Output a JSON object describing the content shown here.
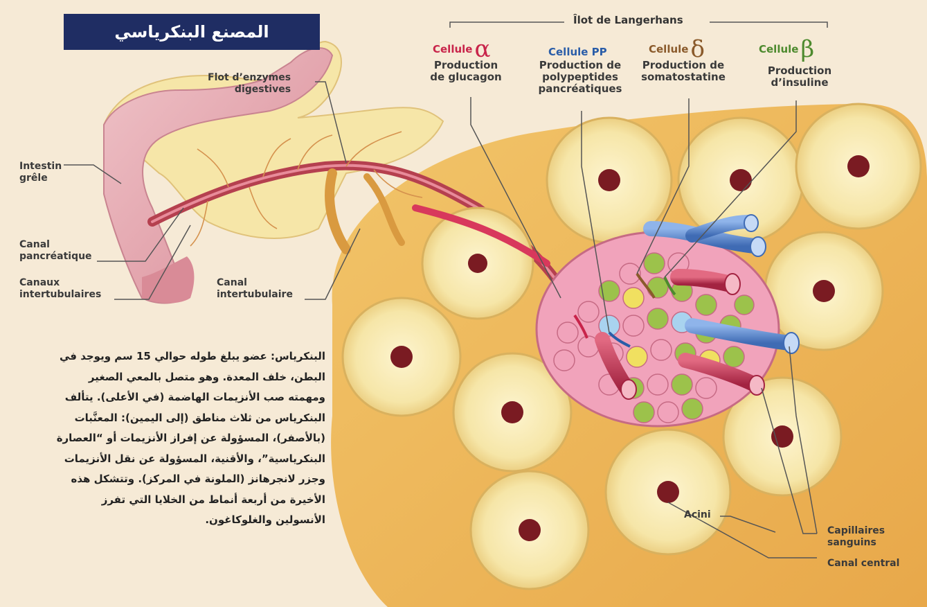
{
  "title": "المصنع البنكرياسي",
  "islet_title": "Îlot de Langerhans",
  "cells": [
    {
      "name": "Cellule",
      "greek": "α",
      "color": "#c8244a",
      "description": "Production\nde glucagon"
    },
    {
      "name": "Cellule PP",
      "greek": "",
      "color": "#2a5da8",
      "description": "Production de\npolypeptides\npancréatiques"
    },
    {
      "name": "Cellule",
      "greek": "δ",
      "color": "#8a5a2b",
      "description": "Production de\nsomatostatine"
    },
    {
      "name": "Cellule",
      "greek": "β",
      "color": "#4d8a2e",
      "description": "Production\nd’insuline"
    }
  ],
  "labels": {
    "enzymes": "Flot d’enzymes\ndigestives",
    "intestin": "Intestin\ngrêle",
    "canal_pancreatique": "Canal\npancréatique",
    "canaux_intertubulaires": "Canaux\nintertubulaires",
    "canal_intertubulaire": "Canal\nintertubulaire",
    "acini": "Acini",
    "capillaires": "Capillaires\nsanguins",
    "canal_central": "Canal central"
  },
  "description_paragraph": "البنكرياس: عضو يبلغ طوله حوالي 15 سم ويوجد في البطن، خلف المعدة. وهو متصل بالمعي الصغير ومهمته صب الأنزيمات الهاضمة (في الأعلى). يتألف البنكرياس من ثلاث مناطق (إلى اليمين): المعنَّبات (بالأصفر)، المسؤولة عن إفراز الأنزيمات أو “العصارة البنكرياسية”، والأقنية، المسؤولة عن نقل الأنزيمات وجزر لانجرهانز (الملونة في المركز). وتتشكل هذه الأخيرة من أربعة أنماط من الخلايا التي تفرز الأنسولين والغلوكاغون.",
  "colors": {
    "background": "#f6ead6",
    "title_box": "#1f2d63",
    "acinus": "#f6e6a8",
    "pancreas": "#e7b0b8",
    "duct": "#b5404f",
    "alpha_cell": "#f1a3bb",
    "beta_cell": "#9cc24b",
    "delta_cell": "#f0e060",
    "pp_cell": "#a9d3ef",
    "vein": "#5a86c9"
  }
}
